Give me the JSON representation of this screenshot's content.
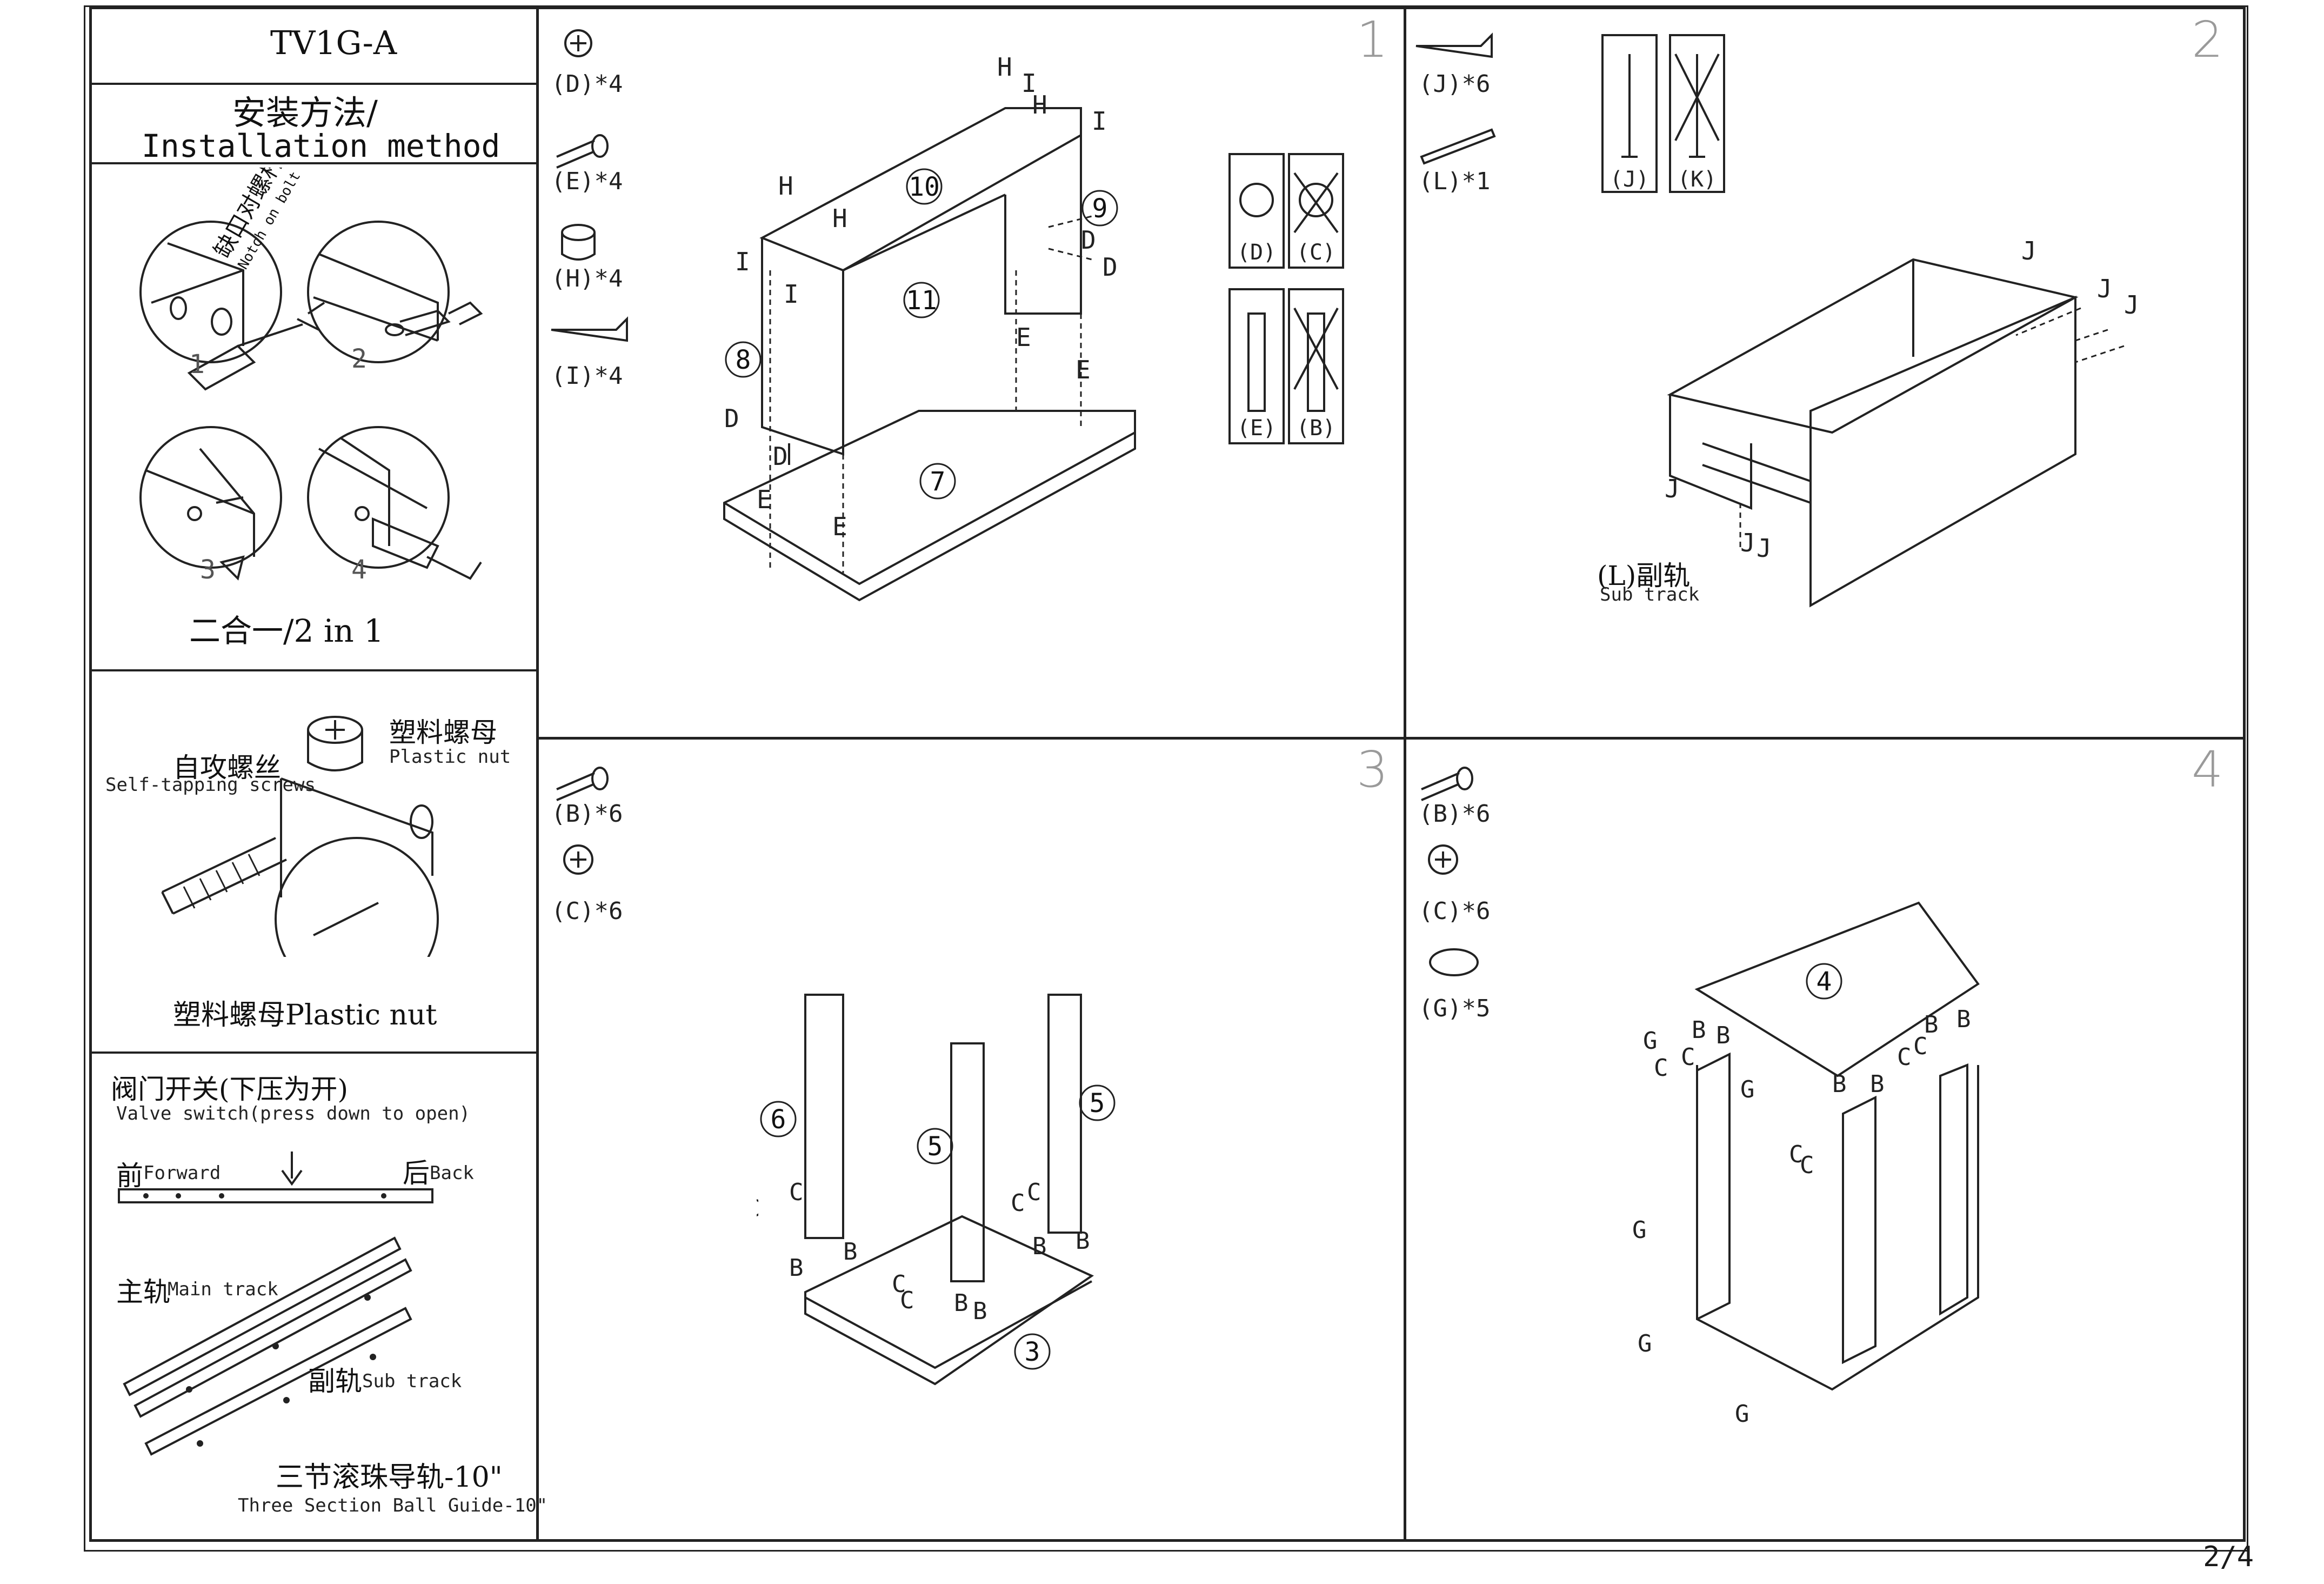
{
  "sheet": {
    "model": "TV1G-A",
    "section_title_cn": "安装方法/",
    "section_title_en": "Installation method",
    "page": "2/4"
  },
  "method_2in1": {
    "notch_cn": "缺口对螺杆",
    "notch_en": "Notch on bolt screw",
    "steps": [
      "1",
      "2",
      "3",
      "4"
    ],
    "caption": "二合一/2 in 1"
  },
  "plastic_nut": {
    "nut_cn": "塑料螺母",
    "nut_en": "Plastic nut",
    "screw_cn": "自攻螺丝",
    "screw_en": "Self-tapping screws",
    "caption": "塑料螺母Plastic nut"
  },
  "valve": {
    "title_cn": "阀门开关(下压为开)",
    "title_en": "Valve switch(press down to open)",
    "forward_cn": "前",
    "forward_en": "Forward",
    "back_cn": "后",
    "back_en": "Back",
    "main_cn": "主轨",
    "main_en": "Main track",
    "sub_cn": "副轨",
    "sub_en": "Sub track",
    "guide_cn": "三节滚珠导轨-10\"",
    "guide_en": "Three Section Ball Guide-10\""
  },
  "step1": {
    "number": "1",
    "parts": [
      "(D)*4",
      "(E)*4",
      "(H)*4",
      "(I)*4"
    ],
    "panels": [
      "10",
      "11",
      "9",
      "8",
      "7"
    ],
    "check_pairs": [
      [
        "(D)",
        "(C)"
      ],
      [
        "(E)",
        "(B)"
      ]
    ]
  },
  "step2": {
    "number": "2",
    "parts": [
      "(J)*6",
      "(L)*1"
    ],
    "screw_choice": [
      "(J)",
      "(K)"
    ],
    "sub_track_cn": "(L)副轨",
    "sub_track_en": "Sub track"
  },
  "step3": {
    "number": "3",
    "parts": [
      "(B)*6",
      "(C)*6"
    ],
    "panels": [
      "6",
      "5",
      "5",
      "3"
    ]
  },
  "step4": {
    "number": "4",
    "parts": [
      "(B)*6",
      "(C)*6",
      "(G)*5"
    ],
    "panels": [
      "4"
    ]
  }
}
